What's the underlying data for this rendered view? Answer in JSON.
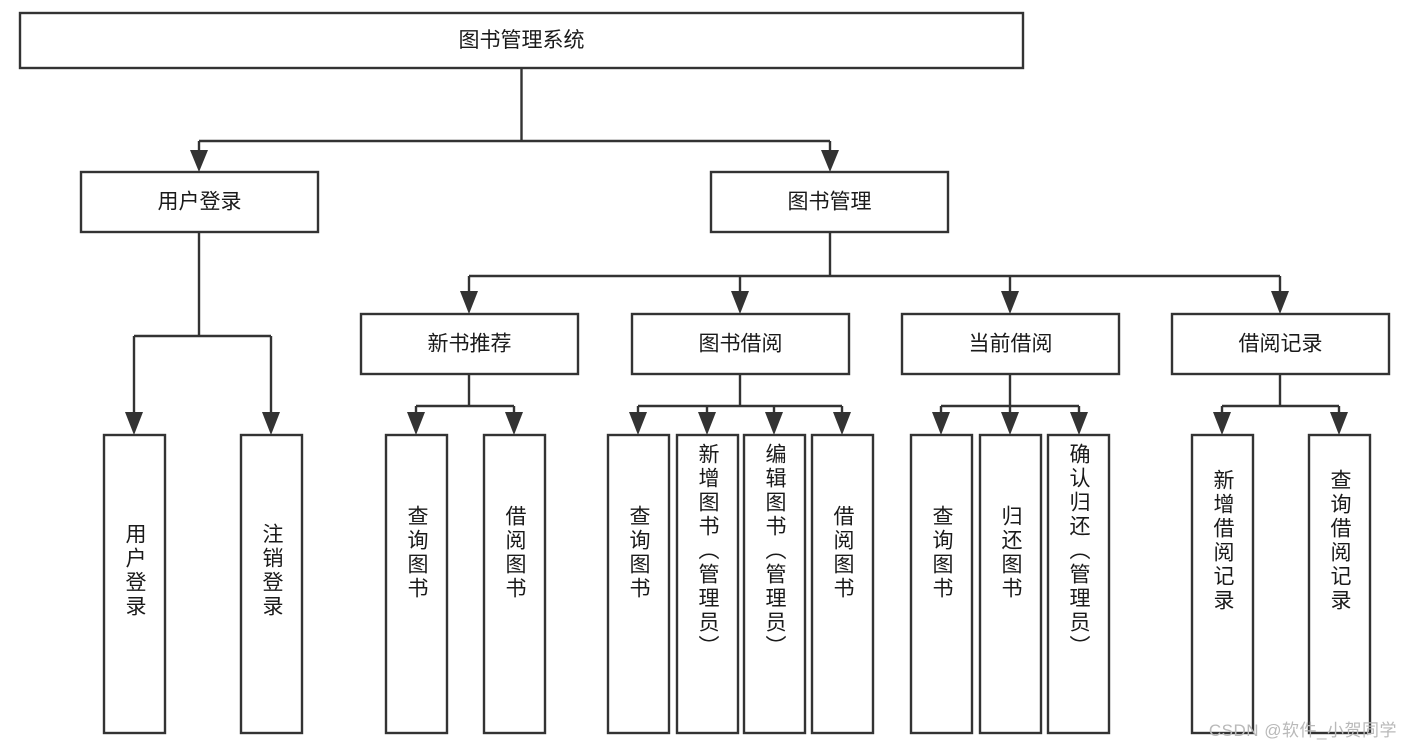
{
  "diagram": {
    "title": "图书管理系统",
    "type": "tree",
    "watermark": "CSDN @软件_小贺同学",
    "colors": {
      "box_stroke": "#333333",
      "box_fill": "#ffffff",
      "text": "#1a1a1a",
      "watermark": "#b9b9b9",
      "background": "#ffffff"
    },
    "levels": {
      "root": {
        "label": "图书管理系统"
      },
      "level2": [
        {
          "label": "用户登录"
        },
        {
          "label": "图书管理"
        }
      ],
      "level3": [
        {
          "label": "新书推荐"
        },
        {
          "label": "图书借阅"
        },
        {
          "label": "当前借阅"
        },
        {
          "label": "借阅记录"
        }
      ],
      "leaves": {
        "user_login_children": [
          {
            "label": "用户登录"
          },
          {
            "label": "注销登录"
          }
        ],
        "new_book_children": [
          {
            "label": "查询图书"
          },
          {
            "label": "借阅图书"
          }
        ],
        "book_borrow_children": [
          {
            "label": "查询图书"
          },
          {
            "label": "新增图书（管理员）"
          },
          {
            "label": "编辑图书（管理员）"
          },
          {
            "label": "借阅图书"
          }
        ],
        "current_borrow_children": [
          {
            "label": "查询图书"
          },
          {
            "label": "归还图书"
          },
          {
            "label": "确认归还（管理员）"
          }
        ],
        "borrow_record_children": [
          {
            "label": "新增借阅记录"
          },
          {
            "label": "查询借阅记录"
          }
        ]
      }
    }
  }
}
